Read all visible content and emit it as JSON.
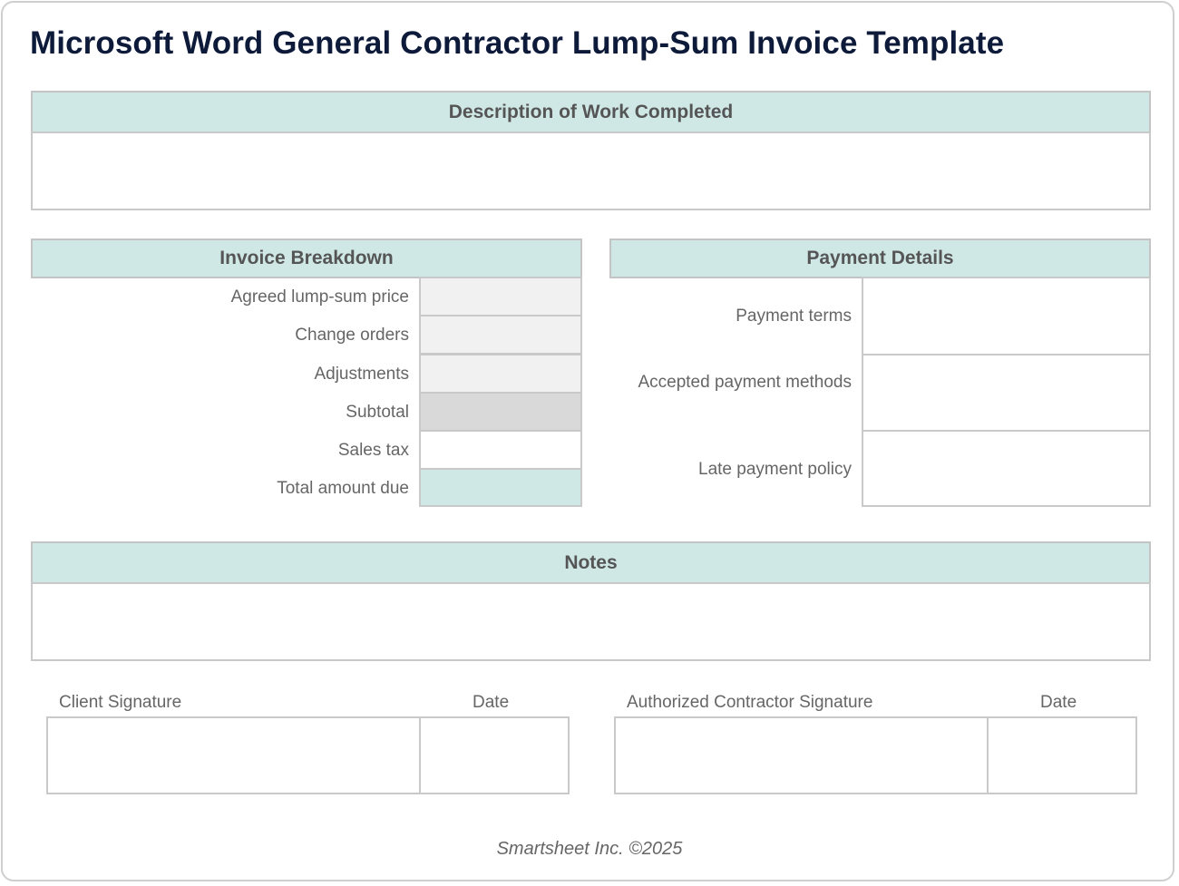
{
  "title": "Microsoft Word General Contractor Lump-Sum Invoice Template",
  "sections": {
    "description": {
      "header": "Description of Work Completed"
    },
    "invoice_breakdown": {
      "header": "Invoice Breakdown",
      "rows": [
        {
          "label": "Agreed lump-sum price",
          "fill": "#f1f1f1"
        },
        {
          "label": "Change orders",
          "fill": "#f1f1f1"
        },
        {
          "label": "Adjustments",
          "fill": "#f1f1f1"
        },
        {
          "label": "Subtotal",
          "fill": "#d9d9d9"
        },
        {
          "label": "Sales tax",
          "fill": "#ffffff"
        },
        {
          "label": "Total amount due",
          "fill": "#cfe8e5"
        }
      ]
    },
    "payment_details": {
      "header": "Payment Details",
      "rows": [
        {
          "label": "Payment terms"
        },
        {
          "label": "Accepted payment methods"
        },
        {
          "label": "Late payment policy"
        }
      ]
    },
    "notes": {
      "header": "Notes"
    },
    "signatures": {
      "client": {
        "label": "Client Signature",
        "date_label": "Date"
      },
      "contractor": {
        "label": "Authorized Contractor Signature",
        "date_label": "Date"
      }
    }
  },
  "footer": "Smartsheet Inc. ©2025",
  "colors": {
    "header_fill": "#cfe8e5",
    "title": "#0d1a3a",
    "border": "#c9c9c9"
  }
}
